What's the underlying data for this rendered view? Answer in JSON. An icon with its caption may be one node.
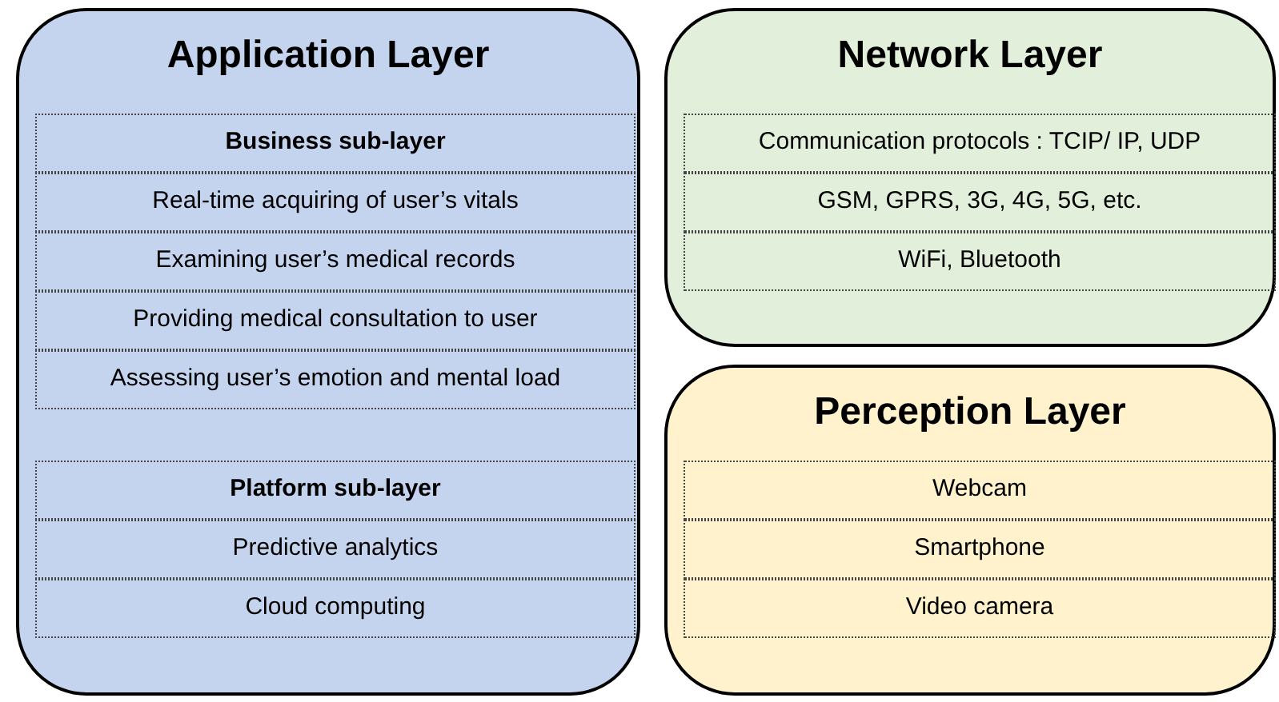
{
  "diagram": {
    "nodes": [
      {
        "text": [
          "Application Layer"
        ]
      },
      {
        "text": [
          "Business sub-layer"
        ],
        "in": 0
      },
      {
        "text": [
          "Real-time acquiring of user’s vitals"
        ],
        "in": 0
      },
      {
        "text": [
          "Examining user’s medical records"
        ],
        "in": 0
      },
      {
        "text": [
          "Providing medical consultation to user"
        ],
        "in": 0
      },
      {
        "text": [
          "Assessing user’s emotion and mental load"
        ],
        "in": 0
      },
      {
        "text": [
          "Platform sub-layer"
        ],
        "in": 0
      },
      {
        "text": [
          "Predictive analytics"
        ],
        "in": 0
      },
      {
        "text": [
          "Cloud computing"
        ],
        "in": 0
      },
      {
        "text": [
          "Network Layer"
        ]
      },
      {
        "text": [
          "Communication protocols : TCIP/ IP, UDP"
        ],
        "in": 9
      },
      {
        "text": [
          "GSM, GPRS, 3G, 4G, 5G, etc."
        ],
        "in": 9
      },
      {
        "text": [
          "WiFi, Bluetooth"
        ],
        "in": 9
      },
      {
        "text": [
          "Perception Layer"
        ]
      },
      {
        "text": [
          "Webcam"
        ],
        "in": 13
      },
      {
        "text": [
          "Smartphone"
        ],
        "in": 13
      },
      {
        "text": [
          "Video camera"
        ],
        "in": 13
      }
    ]
  }
}
